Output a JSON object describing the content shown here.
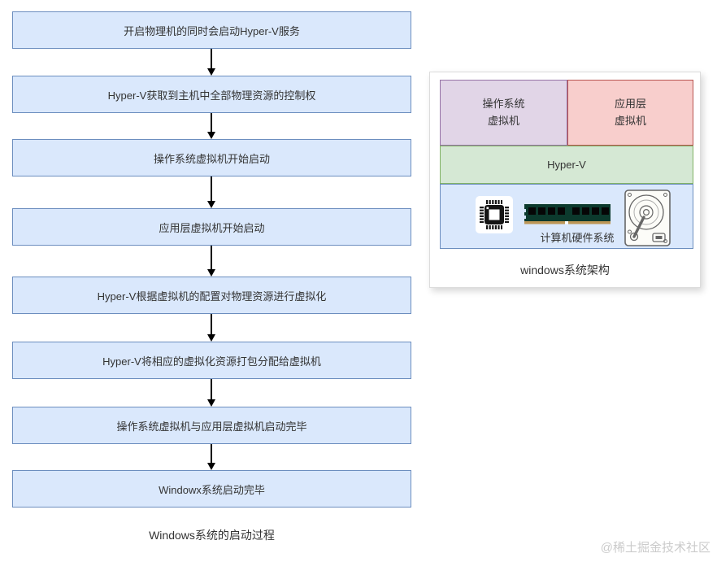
{
  "flowchart": {
    "steps": [
      "开启物理机的同时会启动Hyper-V服务",
      "Hyper-V获取到主机中全部物理资源的控制权",
      "操作系统虚拟机开始启动",
      "应用层虚拟机开始启动",
      "Hyper-V根据虚拟机的配置对物理资源进行虚拟化",
      "Hyper-V将相应的虚拟化资源打包分配给虚拟机",
      "操作系统虚拟机与应用层虚拟机启动完毕",
      "Windowx系统启动完毕"
    ],
    "caption": "Windows系统的启动过程",
    "colors": {
      "box_fill": "#dae8fc",
      "box_border": "#6c8ebf",
      "arrow": "#000000"
    }
  },
  "architecture": {
    "os_vm": {
      "line1": "操作系统",
      "line2": "虚拟机",
      "fill": "#e1d5e7",
      "border": "#9673a6"
    },
    "app_vm": {
      "line1": "应用层",
      "line2": "虚拟机",
      "fill": "#f8cecc",
      "border": "#b85450"
    },
    "hyperv": {
      "label": "Hyper-V",
      "fill": "#d5e8d4",
      "border": "#82b366"
    },
    "hardware": {
      "label": "计算机硬件系统",
      "fill": "#dae8fc",
      "border": "#6c8ebf",
      "icons": [
        "cpu-icon",
        "ram-icon",
        "hdd-icon"
      ]
    },
    "caption": "windows系统架构"
  },
  "watermark": "@稀土掘金技术社区"
}
